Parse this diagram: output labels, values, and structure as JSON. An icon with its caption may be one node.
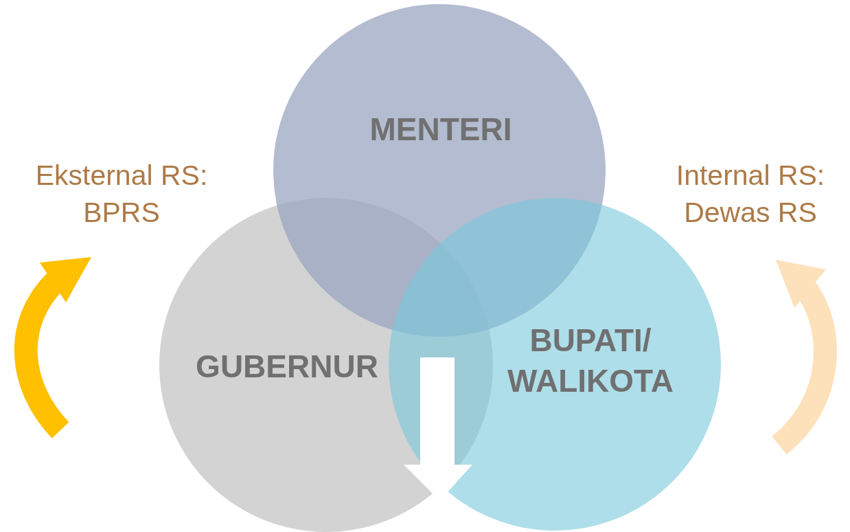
{
  "diagram": {
    "nodes": [
      {
        "text": [
          "MENTERI"
        ]
      },
      {
        "text": [
          "GUBERNUR"
        ]
      },
      {
        "text": [
          "BUPATI/ WALIKOTA"
        ]
      }
    ],
    "labels": [
      "Eksternal RS: BPRS",
      "Internal RS: Dewas RS"
    ]
  }
}
